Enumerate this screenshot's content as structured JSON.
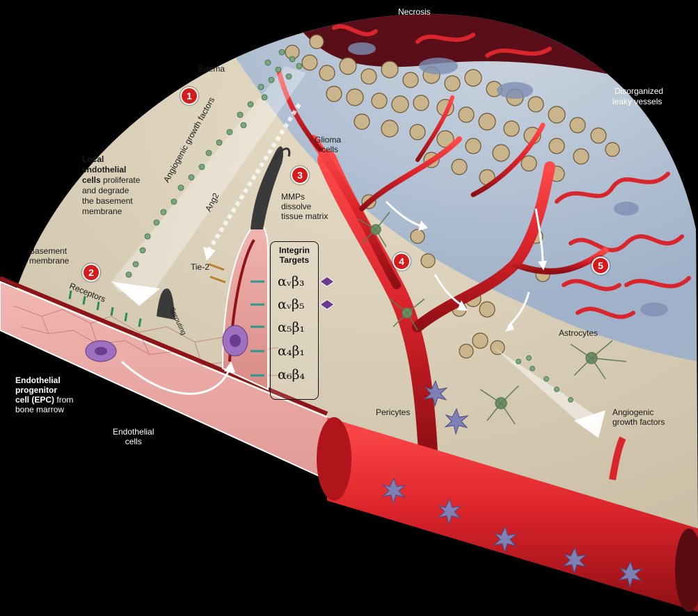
{
  "labels": {
    "necrosis": "Necrosis",
    "edema": "Edema",
    "angiogenic_growth_factors_diag": "Angiogenic growth factors",
    "glioma_cells_1": "Glioma",
    "glioma_cells_2": "cells",
    "disorganized_1": "Disorganized",
    "disorganized_2": "leaky vessels",
    "local_endo_bold_1": "Local",
    "local_endo_bold_2": "endothelial",
    "local_endo_bold_3": "cells",
    "local_endo_rest_1": "proliferate",
    "local_endo_rest_2": "and degrade",
    "local_endo_rest_3": "the basement",
    "local_endo_rest_4": "membrane",
    "ang2": "Ang2",
    "mmps_1": "MMPs",
    "mmps_2": "dissolve",
    "mmps_3": "tissue matrix",
    "basement_1": "Basement",
    "basement_2": "membrane",
    "receptors": "Receptors",
    "tie2": "Tie-2",
    "sprouting": "Sprouting",
    "epc_bold_1": "Endothelial",
    "epc_bold_2": "progenitor",
    "epc_bold_3": "cell (EPC)",
    "epc_rest_1": "from",
    "epc_rest_2": "bone marrow",
    "endothelial_cells_1": "Endothelial",
    "endothelial_cells_2": "cells",
    "pericytes": "Pericytes",
    "astrocytes": "Astrocytes",
    "agf_right_1": "Angiogenic",
    "agf_right_2": "growth factors"
  },
  "steps": [
    "1",
    "2",
    "3",
    "4",
    "5"
  ],
  "integrin": {
    "title_1": "Integrin",
    "title_2": "Targets",
    "items": [
      "αᵥβ₃",
      "αᵥβ₅",
      "α₅β₁",
      "α₄β₁",
      "α₆β₄"
    ]
  },
  "colors": {
    "background": "#000000",
    "tissue": "#d8cdb6",
    "tumor_zone": "#b5c6dc",
    "vessel": "#d9262c",
    "glioma": "#c7b087",
    "step_badge": "#d51b1b"
  }
}
